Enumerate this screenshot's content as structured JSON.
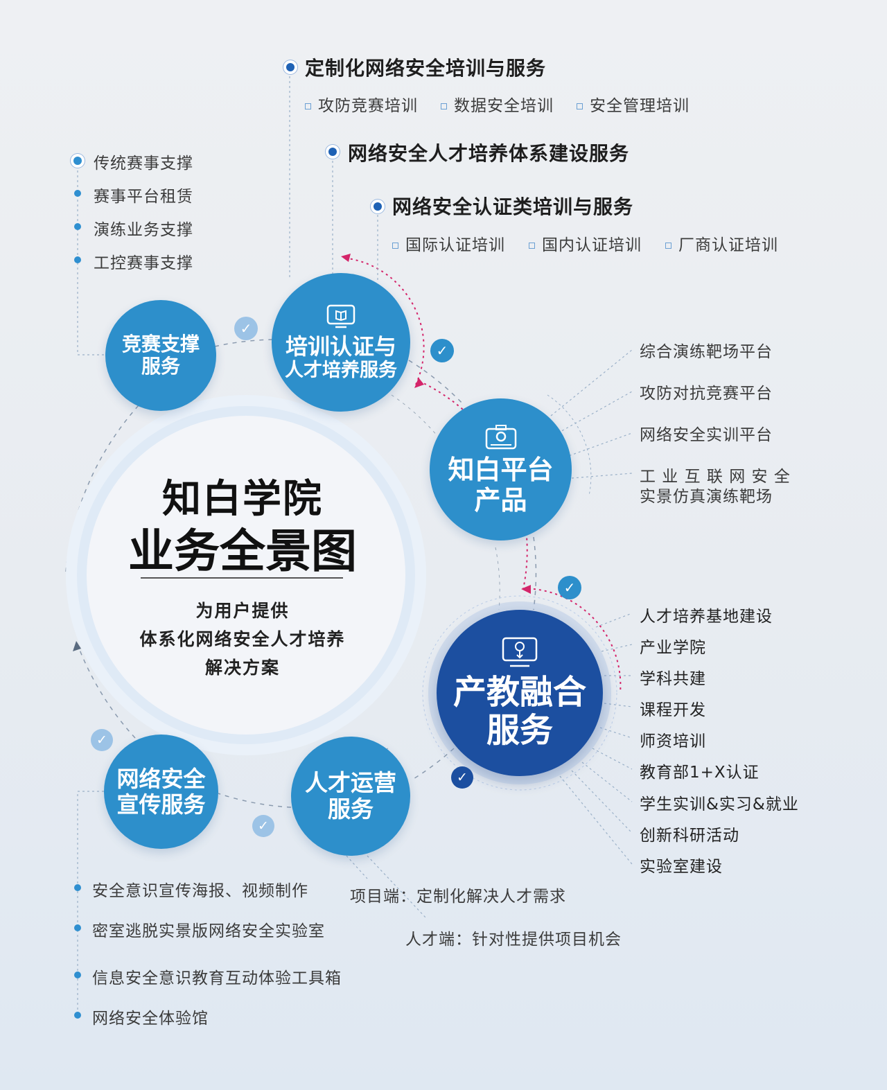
{
  "center": {
    "title_line1": "知白学院",
    "title_line2": "业务全景图",
    "subtitle_line1": "为用户提供",
    "subtitle_line2": "体系化网络安全人才培养",
    "subtitle_line3": "解决方案"
  },
  "nodes": {
    "competition": {
      "line1": "竞赛支撑",
      "line2": "服务"
    },
    "training": {
      "line1": "培训认证与",
      "line2": "人才培养服务"
    },
    "platform": {
      "line1": "知白平台",
      "line2": "产品"
    },
    "integration": {
      "line1": "产教融合",
      "line2": "服务"
    },
    "talent_ops": {
      "line1": "人才运营",
      "line2": "服务"
    },
    "publicity": {
      "line1": "网络安全",
      "line2": "宣传服务"
    }
  },
  "training_services": {
    "custom": {
      "title": "定制化网络安全培训与服务",
      "items": [
        "攻防竞赛培训",
        "数据安全培训",
        "安全管理培训"
      ]
    },
    "system": {
      "title": "网络安全人才培养体系建设服务"
    },
    "certification": {
      "title": "网络安全认证类培训与服务",
      "items": [
        "国际认证培训",
        "国内认证培训",
        "厂商认证培训"
      ]
    }
  },
  "competition_items": [
    "传统赛事支撑",
    "赛事平台租赁",
    "演练业务支撑",
    "工控赛事支撑"
  ],
  "platform_items": [
    "综合演练靶场平台",
    "攻防对抗竞赛平台",
    "网络安全实训平台",
    "工 业 互 联 网 安 全",
    "实景仿真演练靶场"
  ],
  "integration_items": [
    "人才培养基地建设",
    "产业学院",
    "学科共建",
    "课程开发",
    "师资培训",
    "教育部1+X认证",
    "学生实训&实习&就业",
    "创新科研活动",
    "实验室建设"
  ],
  "talent_ops_items": [
    "项目端：定制化解决人才需求",
    "人才端：针对性提供项目机会"
  ],
  "publicity_items": [
    "安全意识宣传海报、视频制作",
    "密室逃脱实景版网络安全实验室",
    "信息安全意识教育互动体验工具箱",
    "网络安全体验馆"
  ],
  "colors": {
    "node_blue": "#2d8fcb",
    "node_dark_blue": "#1c4fa0",
    "accent_pink": "#d4256a",
    "check_light": "#9cc3e6"
  }
}
